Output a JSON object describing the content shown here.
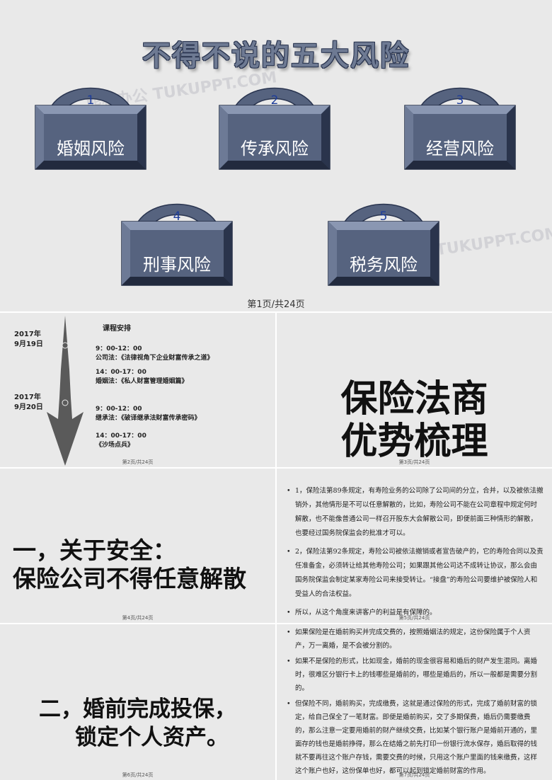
{
  "slide1": {
    "title": "不得不说的五大风险",
    "locks": [
      {
        "num": "1",
        "label": "婚姻风险"
      },
      {
        "num": "2",
        "label": "传承风险"
      },
      {
        "num": "3",
        "label": "经营风险"
      },
      {
        "num": "4",
        "label": "刑事风险"
      },
      {
        "num": "5",
        "label": "税务风险"
      }
    ],
    "footer": "第1页/共24页",
    "watermark": "熊猫办公 TUKUPPT.COM"
  },
  "slide2": {
    "heading": "课程安排",
    "day1": {
      "year": "2017年",
      "date": "9月19日"
    },
    "day2": {
      "year": "2017年",
      "date": "9月20日"
    },
    "items": [
      {
        "time": "9：00-12：00",
        "text": "公司法：《法律视角下企业财富传承之道》"
      },
      {
        "time": "14：00-17：00",
        "text": "婚姻法：《私人财富管理婚姻篇》"
      },
      {
        "time": "9：00-12：00",
        "text": "继承法：《破译继承法财富传承密码》"
      },
      {
        "time": "14：00-17：00",
        "text": "《沙场点兵》"
      }
    ],
    "footer": "第2页/共24页"
  },
  "slide3": {
    "line1": "保险法商",
    "line2": "优势梳理",
    "footer": "第3页/共24页"
  },
  "slide4": {
    "line1": "一，关于安全：",
    "line2": "保险公司不得任意解散",
    "footer": "第4页/共24页"
  },
  "slide5": {
    "bullets": [
      "1，保险法第89条规定，有寿险业务的公司除了公司间的分立，合并，以及被依法撤销外，其他情形是不可以任意解散的，比如，寿险公司不能在公司章程中规定何时解散，也不能像普通公司一样召开股东大会解散公司，即便前面三种情形的解散，也要经过国务院保监会的批准才可以。",
      "2，保险法第92条规定，寿险公司被依法撤销或者宣告破产的，它的寿险合同以及责任准备金，必须转让给其他寿险公司；如果跟其他公司达不成转让协议，那么会由国务院保监会制定某家寿险公司来接受转让。“接盘”的寿险公司要维护被保险人和受益人的合法权益。",
      "所以，从这个角度来讲客户的利益是有保障的。"
    ],
    "footer": "第5页/共24页"
  },
  "slide6": {
    "line1": "二，婚前完成投保，",
    "line2": "锁定个人资产。",
    "footer": "第6页/共24页"
  },
  "slide7": {
    "bullets": [
      "如果保险是在婚前购买并完成交费的，按照婚姻法的规定，这份保险属于个人资产，万一离婚，是不会被分割的。",
      "如果不是保险的形式，比如现金，婚前的现金很容易和婚后的财产发生混同。离婚时，很难区分银行卡上的钱哪些是婚前的，哪些是婚后的，所以一般都是需要分割的。",
      "但保险不同，婚前购买，完成缴费，这就是通过保险的形式，完成了婚前财富的锁定，给自己保全了一笔财富。即便是婚前购买，交了多期保费，婚后仍需要缴费的，那么注意一定要用婚前的财产继续交费，比如某个银行账户是婚前开通的，里面存的钱也是婚前挣得，那么在结婚之前先打印一份银行流水保存，婚后取得的钱就不要再往这个账户存钱，需要交费的时候，只用这个账户里面的钱来缴费，这样这个账户也好，这份保单也好，都可以起到锁定婚前财富的作用。"
    ],
    "footer": "第7页/共24页"
  }
}
